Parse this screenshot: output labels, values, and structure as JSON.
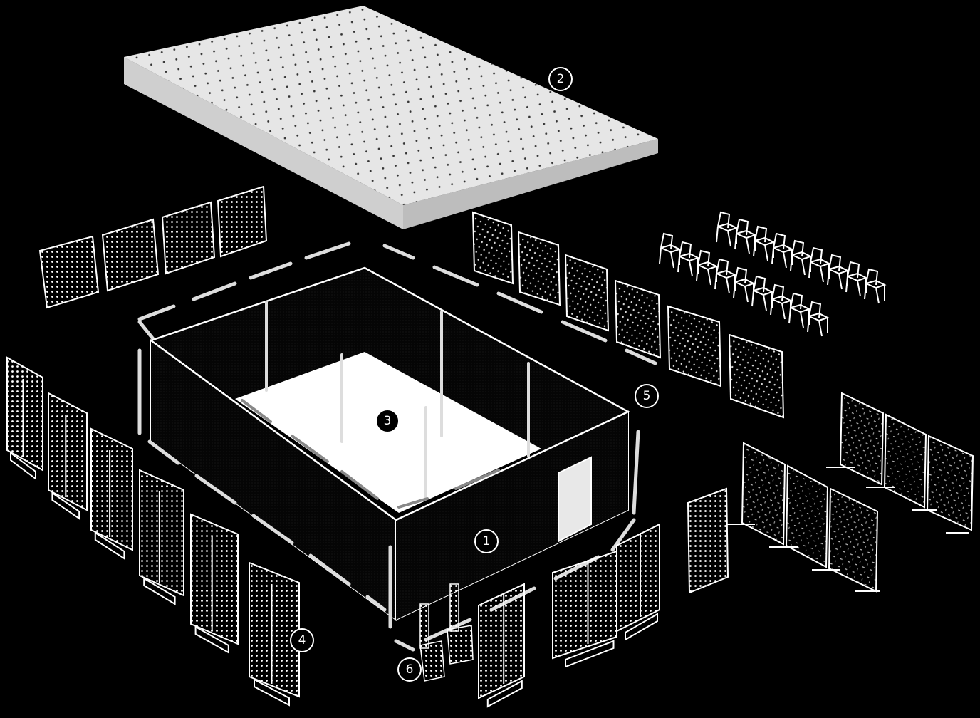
{
  "colors": {
    "background": "#000000",
    "line": "#ffffff",
    "ceiling": "#e6e6e6",
    "floor": "#ffffff",
    "marker_dark": "#000000",
    "marker_light": "#ffffff"
  },
  "callouts": [
    {
      "label": "1",
      "style": "outline",
      "part": "enclosure"
    },
    {
      "label": "2",
      "style": "filled",
      "part": "ceiling"
    },
    {
      "label": "3",
      "style": "filled",
      "part": "floor"
    },
    {
      "label": "4",
      "style": "outline",
      "part": "freestanding-panels"
    },
    {
      "label": "5",
      "style": "outline",
      "part": "frame"
    },
    {
      "label": "6",
      "style": "outline",
      "part": "speakers"
    }
  ]
}
